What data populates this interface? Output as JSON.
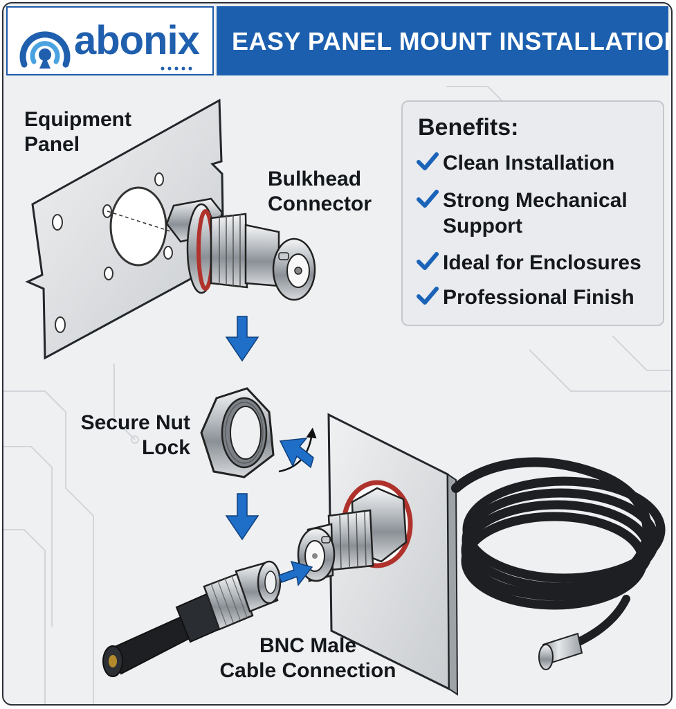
{
  "header": {
    "brand_name": "abonix",
    "title": "EASY PANEL MOUNT INSTALLATION"
  },
  "labels": {
    "equipment_panel": "Equipment Panel",
    "bulkhead_connector": "Bulkhead Connector",
    "secure_nut_lock": "Secure Nut Lock",
    "bnc_male": "BNC Male",
    "cable_connection": "Cable Connection"
  },
  "benefits": {
    "title": "Benefits:",
    "items": [
      {
        "label": "Clean Installation"
      },
      {
        "label": "Strong Mechanical Support"
      },
      {
        "label": "Ideal for Enclosures"
      },
      {
        "label": "Professional Finish"
      }
    ]
  },
  "colors": {
    "brand_blue": "#1c5fae",
    "arrow_blue": "#1f6fc9",
    "check_blue": "#1a63b8",
    "gasket_red": "#b0322c",
    "cable_black": "#1d1f22"
  }
}
